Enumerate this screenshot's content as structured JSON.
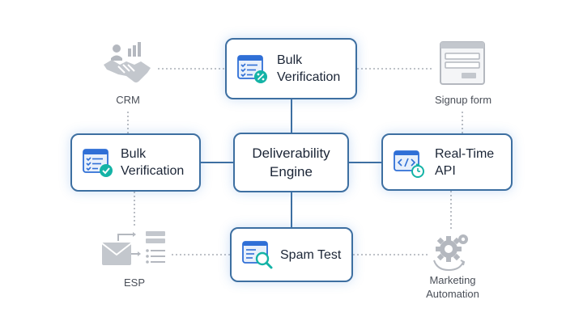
{
  "cards": {
    "top": {
      "line1": "Bulk",
      "line2": "Verification",
      "icon": "bulk-verification-percent-icon"
    },
    "left": {
      "line1": "Bulk",
      "line2": "Verification",
      "icon": "bulk-verification-check-icon"
    },
    "center": {
      "line1": "Deliverability",
      "line2": "Engine"
    },
    "right": {
      "line1": "Real-Time",
      "line2": "API",
      "icon": "code-window-timer-icon"
    },
    "bottom": {
      "label": "Spam Test",
      "icon": "search-window-icon"
    }
  },
  "sources": {
    "crm": {
      "label": "CRM",
      "icon": "handshake-chart-icon"
    },
    "signup": {
      "label": "Signup form",
      "icon": "form-window-icon"
    },
    "esp": {
      "label": "ESP",
      "icon": "envelope-list-icon"
    },
    "automation": {
      "line1": "Marketing",
      "line2": "Automation",
      "icon": "gears-cycle-icon"
    }
  },
  "colors": {
    "card_border": "#3d6fa1",
    "accent_blue": "#2f6fd6",
    "accent_teal": "#14b3a6",
    "connector": "#3d6fa1",
    "dotted": "#a8adb5",
    "muted_icon": "#b4b8bf"
  }
}
